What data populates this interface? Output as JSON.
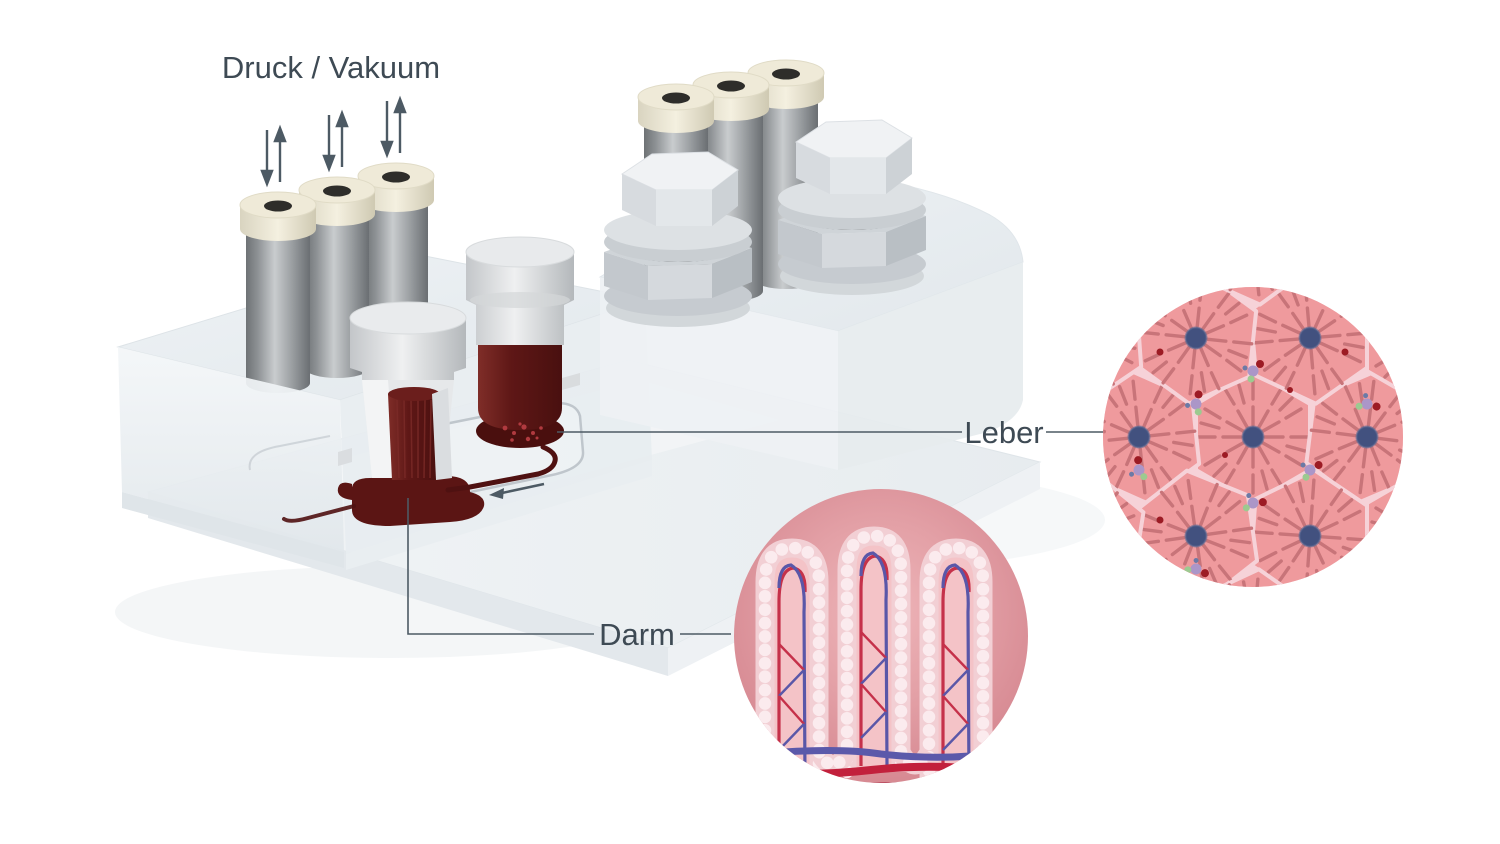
{
  "figure": {
    "kind": "multi-organ-chip schematic",
    "background_color": "#ffffff"
  },
  "labels": {
    "pressure_vacuum": "Druck / Vakuum",
    "liver": "Leber",
    "intestine": "Darm"
  },
  "colors": {
    "label_text": "#3e4a54",
    "leader_line": "#4d5a64",
    "flow_arrow": "#4d5a64",
    "fluid": "#5b1514",
    "channel": "#4f1111",
    "connector_body": "#8e9296",
    "connector_cap": "#efead8",
    "screw_metal": "#d5d9dd",
    "chip_acrylic": "#e9eef2",
    "liver_cell": "#ef9a9d",
    "liver_nucleus": "#42517f",
    "villus_band": "#f2cfd4",
    "villus_interior": "#f4c3c7",
    "vessel_red": "#c5314a",
    "vessel_blue": "#5a57a8",
    "inset_gut_bg": "#e29ba1"
  }
}
